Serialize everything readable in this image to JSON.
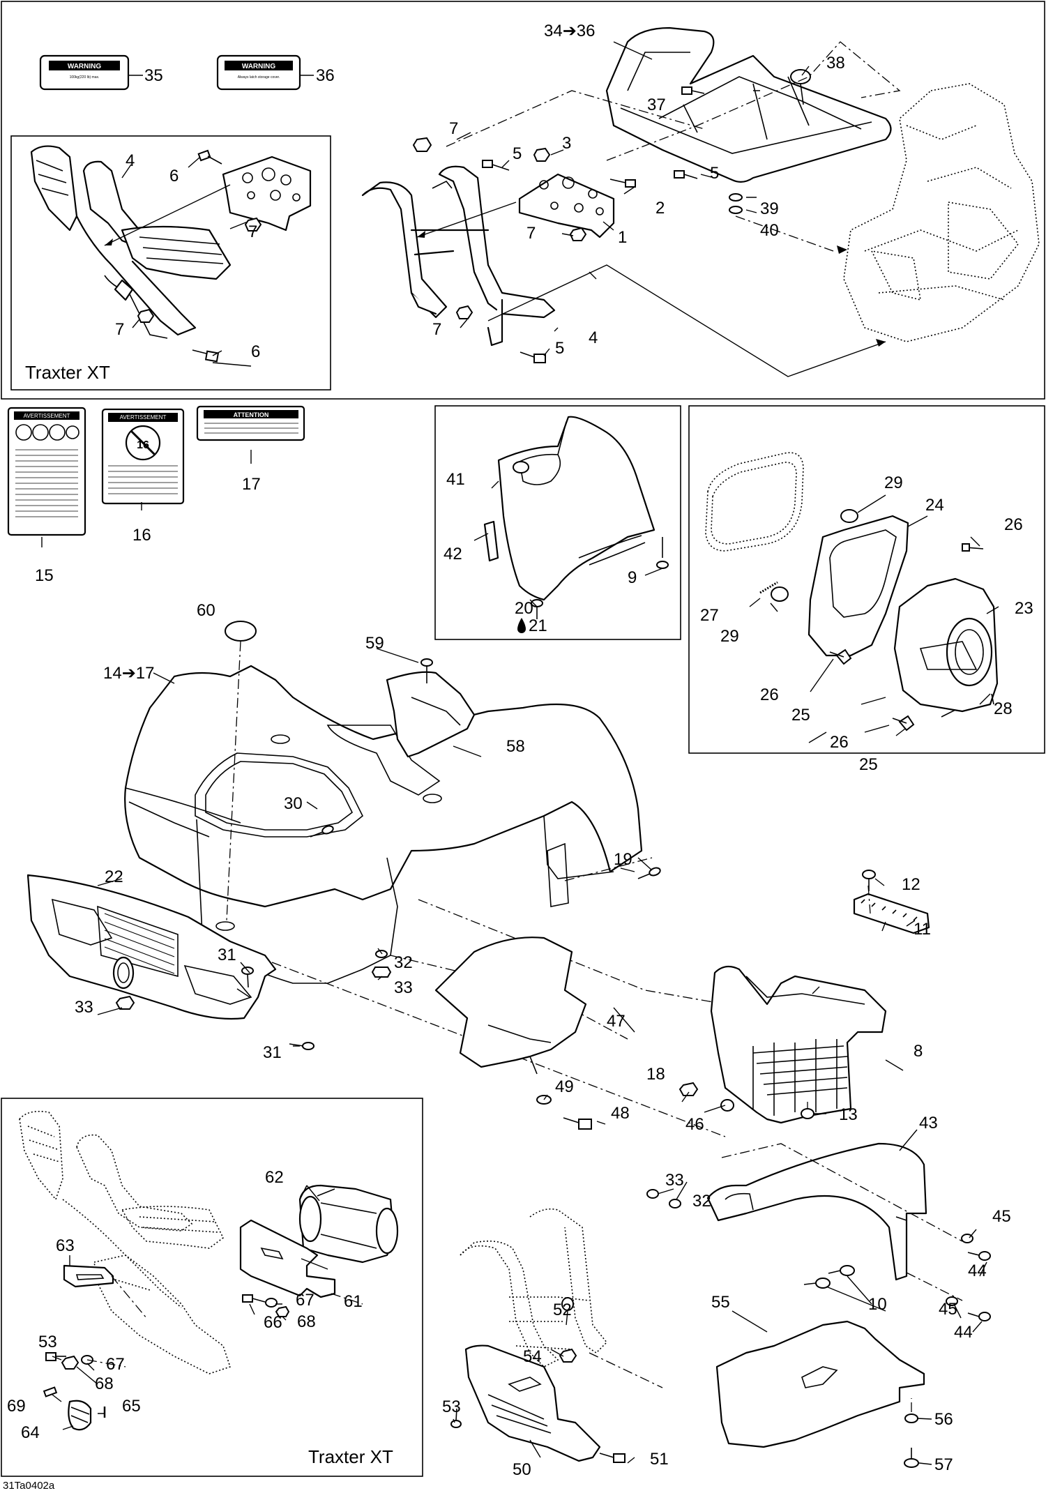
{
  "diagram_ref": "31Ta0402a",
  "insets": {
    "top_left_title": "Traxter XT",
    "bottom_left_title": "Traxter XT"
  },
  "decals": {
    "d35_title": "WARNING",
    "d35_text": "100kg(220 lb) max.",
    "d36_title": "WARNING",
    "d36_text": "Always latch storage cover.",
    "d15_title": "AVERTISSEMENT",
    "d16_title": "AVERTISSEMENT",
    "d16_badge": "16",
    "d17_title": "ATTENTION"
  },
  "callouts": {
    "c1": "1",
    "c2": "2",
    "c3": "3",
    "c4a": "4",
    "c4b": "4",
    "c5a": "5",
    "c5b": "5",
    "c5c": "5",
    "c6a": "6",
    "c6b": "6",
    "c7a": "7",
    "c7b": "7",
    "c7c": "7",
    "c7d": "7",
    "c7e": "7",
    "c8": "8",
    "c9": "9",
    "c10": "10",
    "c11": "11",
    "c12": "12",
    "c13": "13",
    "c14": "14➔17",
    "c15": "15",
    "c16": "16",
    "c17": "17",
    "c18": "18",
    "c19": "19",
    "c20": "20",
    "c21": "21",
    "c22": "22",
    "c23": "23",
    "c24": "24",
    "c25a": "25",
    "c25b": "25",
    "c26a": "26",
    "c26b": "26",
    "c26c": "26",
    "c27": "27",
    "c28": "28",
    "c29a": "29",
    "c29b": "29",
    "c30": "30",
    "c31a": "31",
    "c31b": "31",
    "c32a": "32",
    "c32b": "32",
    "c33a": "33",
    "c33b": "33",
    "c33c": "33",
    "c34": "34➔36",
    "c35": "35",
    "c36": "36",
    "c37": "37",
    "c38": "38",
    "c39": "39",
    "c40": "40",
    "c41": "41",
    "c42": "42",
    "c43": "43",
    "c44a": "44",
    "c44b": "44",
    "c45a": "45",
    "c45b": "45",
    "c46": "46",
    "c47": "47",
    "c48": "48",
    "c49": "49",
    "c50": "50",
    "c51": "51",
    "c52": "52",
    "c53a": "53",
    "c53b": "53",
    "c54": "54",
    "c55": "55",
    "c56": "56",
    "c57": "57",
    "c58": "58",
    "c59": "59",
    "c60": "60",
    "c61": "61",
    "c62": "62",
    "c63": "63",
    "c64": "64",
    "c65": "65",
    "c66": "66",
    "c67a": "67",
    "c67b": "67",
    "c68a": "68",
    "c68b": "68",
    "c69": "69"
  }
}
